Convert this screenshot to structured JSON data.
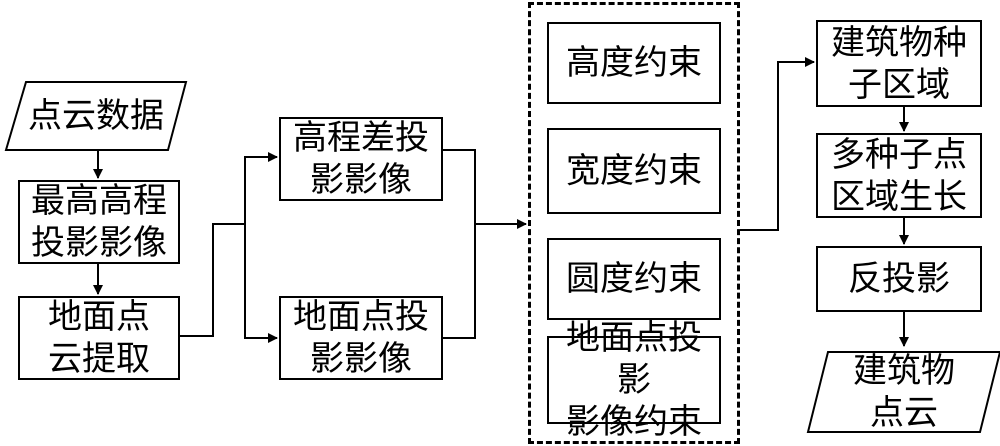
{
  "nodes": {
    "input": "点云数据",
    "max_elevation": "最高高程\n投影影像",
    "ground_extract": "地面点\n云提取",
    "elev_diff": "高程差投\n影影像",
    "ground_proj": "地面点投\n影影像",
    "height_constraint": "高度约束",
    "width_constraint": "宽度约束",
    "roundness_constraint": "圆度约束",
    "ground_proj_constraint": "地面点投影\n影像约束",
    "seed_region": "建筑物种\n子区域",
    "region_growing": "多种子点\n区域生长",
    "back_projection": "反投影",
    "output": "建筑物\n点云"
  }
}
